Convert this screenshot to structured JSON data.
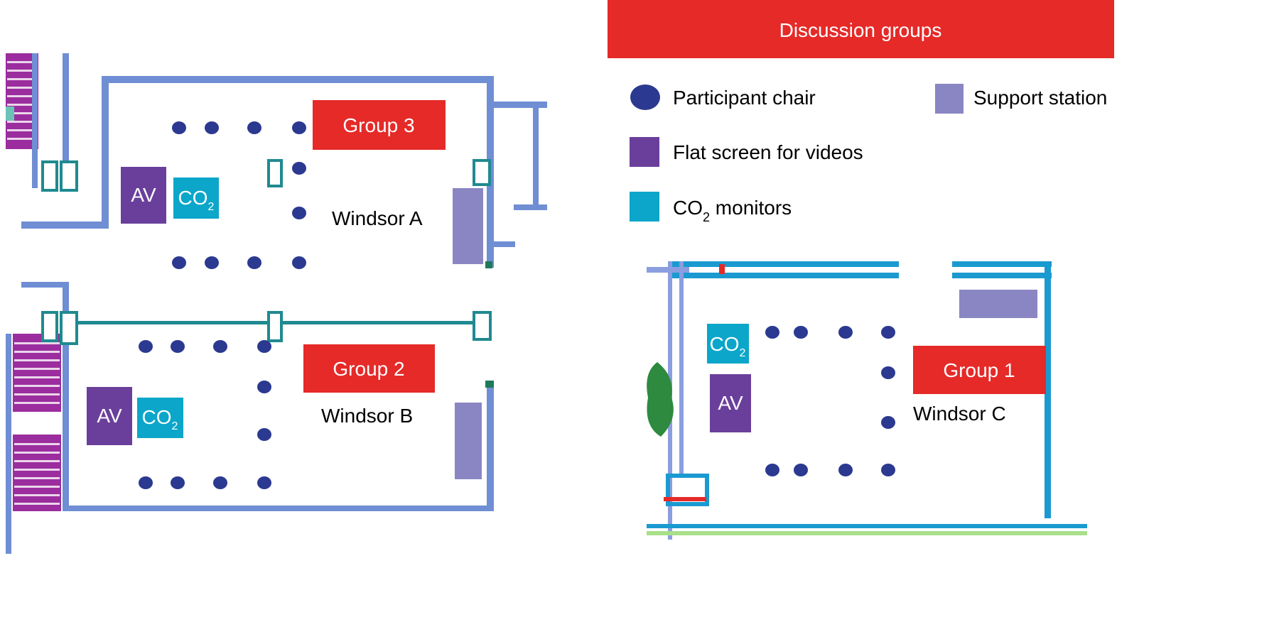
{
  "title": "Discussion groups",
  "legend": [
    {
      "label": "Participant chair",
      "color": "#2b3990",
      "icon": "circle"
    },
    {
      "label": "Support station",
      "color": "#8a86c3",
      "icon": "square"
    },
    {
      "label": "Flat screen for videos",
      "color": "#6a3f9b",
      "icon": "square"
    },
    {
      "label_main": "CO",
      "label_sub": "2",
      "label_rest": " monitors",
      "color": "#0ba6c9",
      "icon": "square"
    }
  ],
  "rooms": [
    {
      "name": "Windsor A",
      "group": "Group 3"
    },
    {
      "name": "Windsor B",
      "group": "Group 2"
    },
    {
      "name": "Windsor C",
      "group": "Group 1"
    }
  ],
  "av_label": "AV",
  "co2_label": {
    "main": "CO",
    "sub": "2"
  },
  "colors": {
    "group_red": "#e52a28",
    "wall": "#6f8ed3",
    "chair": "#2b3990",
    "av": "#6a3f9b",
    "co2": "#0ba6c9",
    "support": "#8a86c3"
  }
}
